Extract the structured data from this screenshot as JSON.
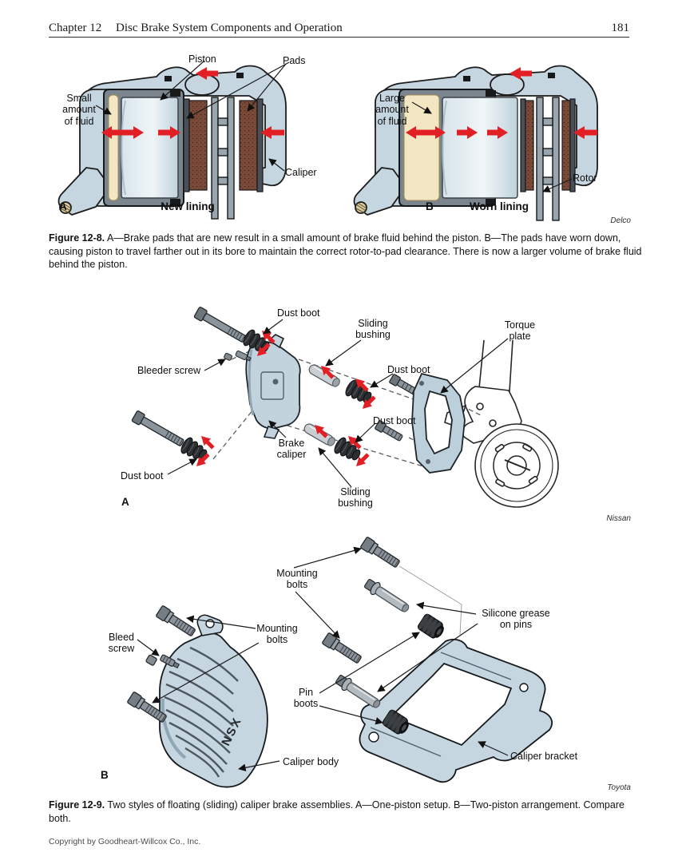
{
  "header": {
    "chapter": "Chapter 12",
    "title": "Disc Brake System Components and Operation",
    "page_number": "181"
  },
  "figure_12_8": {
    "credit": "Delco",
    "caption_label": "Figure 12-8.",
    "caption_text": "A—Brake pads that are new result in a small amount of brake fluid behind the piston. B—The pads have worn down, causing piston to travel farther out in its bore to maintain the correct rotor-to-pad clearance. There is now a larger volume of brake fluid behind the piston.",
    "panel_a": {
      "letter": "A",
      "title": "New lining",
      "labels": {
        "piston": "Piston",
        "pads": "Pads",
        "fluid": "Small\namount\nof fluid",
        "caliper": "Caliper"
      }
    },
    "panel_b": {
      "letter": "B",
      "title": "Worn lining",
      "labels": {
        "fluid": "Large\namount\nof fluid",
        "rotor": "Rotor"
      }
    }
  },
  "figure_12_9": {
    "caption_label": "Figure 12-9.",
    "caption_text": "Two styles of floating (sliding) caliper brake assemblies. A—One-piston setup. B—Two-piston arrangement. Compare both.",
    "panel_a": {
      "letter": "A",
      "credit": "Nissan",
      "labels": {
        "dust_boot_top": "Dust boot",
        "sliding_bushing_top": "Sliding\nbushing",
        "torque_plate": "Torque\nplate",
        "bleeder_screw": "Bleeder screw",
        "dust_boot_right": "Dust boot",
        "dust_boot_mid": "Dust boot",
        "brake_caliper": "Brake\ncaliper",
        "dust_boot_left": "Dust boot",
        "sliding_bushing_bottom": "Sliding\nbushing"
      }
    },
    "panel_b": {
      "letter": "B",
      "credit": "Toyota",
      "marking": "NSX",
      "labels": {
        "mounting_bolts_top": "Mounting\nbolts",
        "silicone_grease": "Silicone grease\non pins",
        "bleed_screw": "Bleed\nscrew",
        "mounting_bolts_left": "Mounting\nbolts",
        "pin_boots": "Pin\nboots",
        "caliper_body": "Caliper body",
        "caliper_bracket": "Caliper bracket"
      }
    }
  },
  "footer": {
    "copyright": "Copyright by Goodheart-Willcox Co., Inc."
  },
  "colors": {
    "caliper_blue": "#c6d6e1",
    "fluid_cream": "#f3e6c3",
    "pad_brown": "#7b4a39",
    "arrow_red": "#e31f26",
    "metal_gray": "#8b949b",
    "bore_gray": "#7b858d"
  }
}
